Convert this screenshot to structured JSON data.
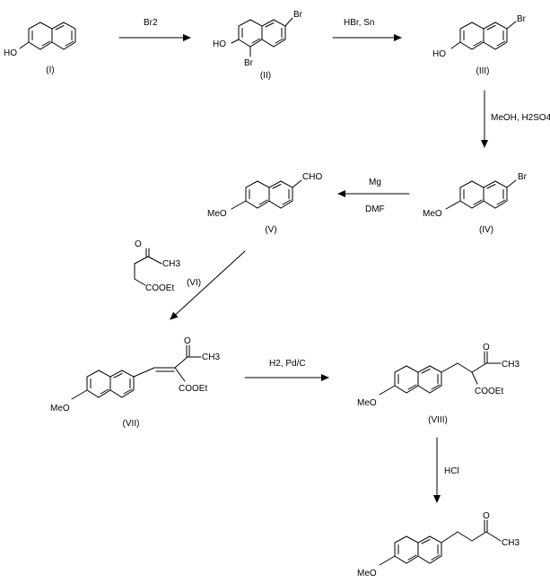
{
  "compounds": [
    {
      "label": "(I)",
      "groups": [
        "HO"
      ]
    },
    {
      "label": "(II)",
      "groups": [
        "HO",
        "Br",
        "Br"
      ]
    },
    {
      "label": "(III)",
      "groups": [
        "HO",
        "Br"
      ]
    },
    {
      "label": "(IV)",
      "groups": [
        "MeO",
        "Br"
      ]
    },
    {
      "label": "(V)",
      "groups": [
        "MeO",
        "CHO"
      ]
    },
    {
      "label": "(VI)",
      "groups": [
        "O",
        "CH3",
        "COOEt"
      ]
    },
    {
      "label": "(VII)",
      "groups": [
        "MeO",
        "O",
        "CH3",
        "COOEt"
      ]
    },
    {
      "label": "(VIII)",
      "groups": [
        "MeO",
        "O",
        "CH3",
        "COOEt"
      ]
    },
    {
      "label": "",
      "groups": [
        "MeO",
        "O",
        "CH3"
      ]
    }
  ],
  "reagents": {
    "step1": "Br2",
    "step2": "HBr, Sn",
    "step3": "MeOH, H2SO4",
    "step4a": "Mg",
    "step4b": "DMF",
    "step6": "H2, Pd/C",
    "step7": "HCl"
  }
}
